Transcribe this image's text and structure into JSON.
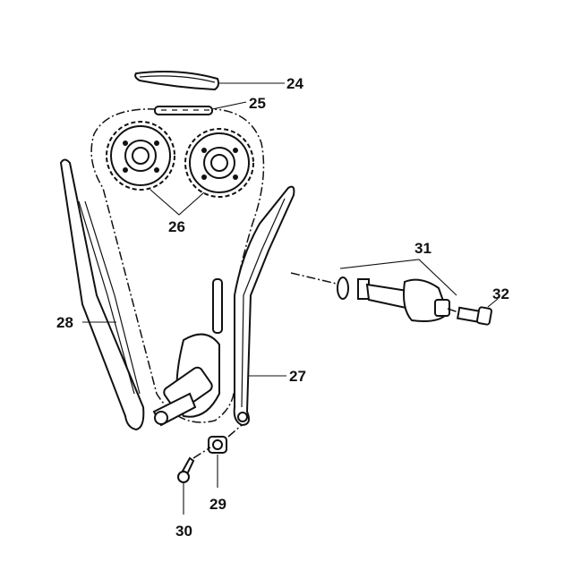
{
  "diagram": {
    "type": "exploded-parts-view",
    "labels": {
      "guide_rail_top": "24",
      "timing_chain": "25",
      "camshaft_sprockets": "26",
      "tensioner_rail": "27",
      "guide_rail_left": "28",
      "pivot_bolt": "29",
      "guide_bolt": "30",
      "chain_tensioner": "31",
      "tensioner_bolt": "32"
    }
  }
}
